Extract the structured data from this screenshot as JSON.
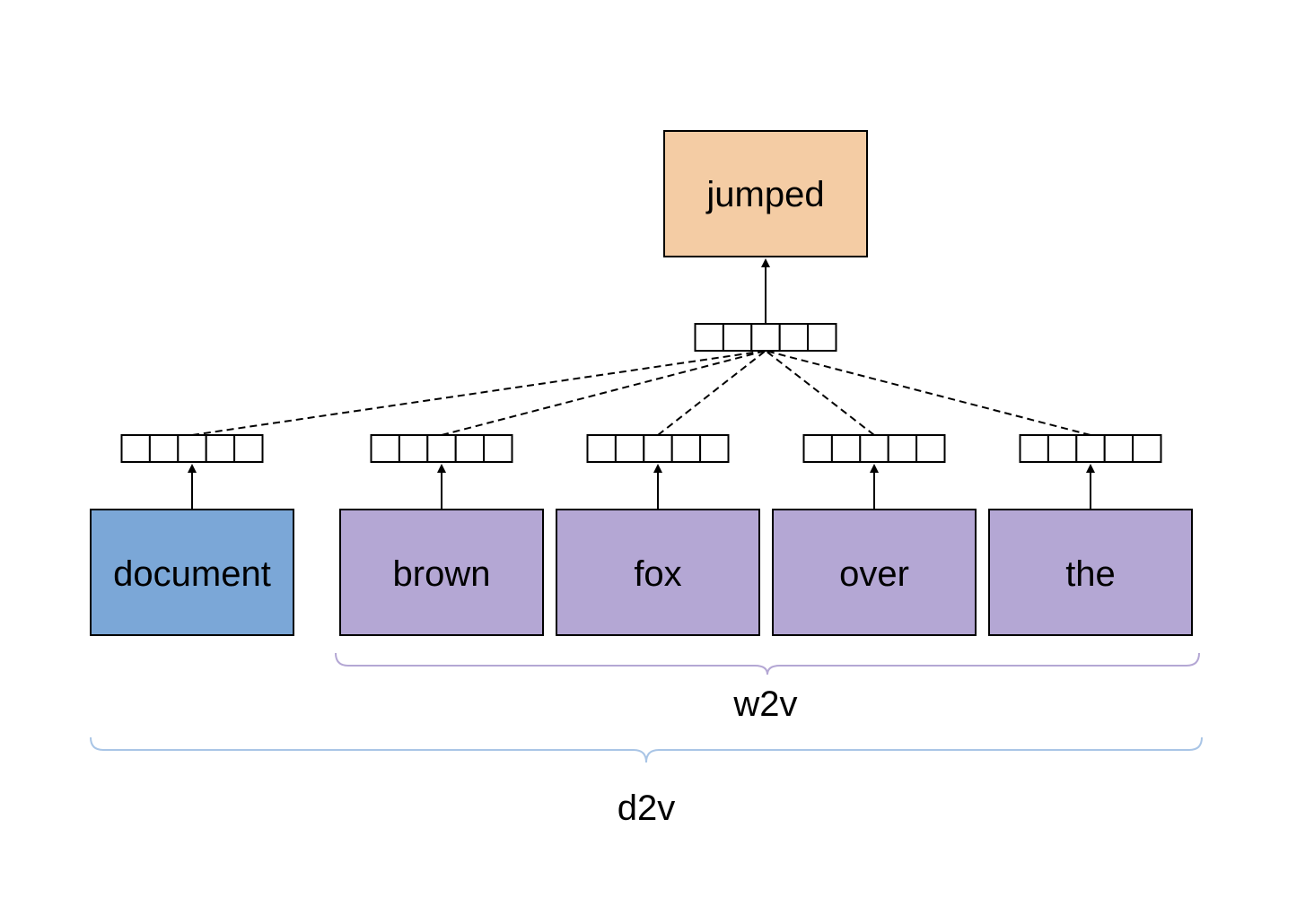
{
  "target": {
    "label": "jumped",
    "color": "#f4cca4"
  },
  "inputs": [
    {
      "label": "document",
      "kind": "doc",
      "color": "#7ba7d7"
    },
    {
      "label": "brown",
      "kind": "word",
      "color": "#b4a7d4"
    },
    {
      "label": "fox",
      "kind": "word",
      "color": "#b4a7d4"
    },
    {
      "label": "over",
      "kind": "word",
      "color": "#b4a7d4"
    },
    {
      "label": "the",
      "kind": "word",
      "color": "#b4a7d4"
    }
  ],
  "vector_cells": 5,
  "braces": {
    "w2v": {
      "label": "w2v",
      "color": "#b4a7d4"
    },
    "d2v": {
      "label": "d2v",
      "color": "#a9c5e6"
    }
  },
  "colors": {
    "stroke": "#000000",
    "cell_fill": "#ffffff"
  }
}
